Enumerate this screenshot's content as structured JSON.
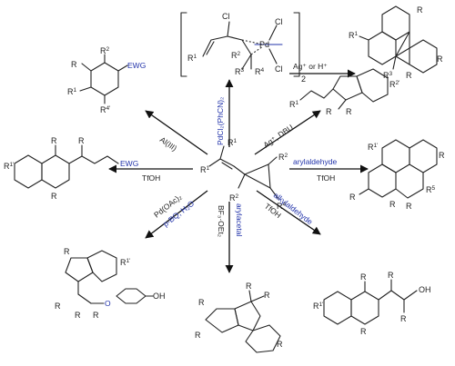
{
  "labels": {
    "r1": "R",
    "r1_sup": "1",
    "r2": "R",
    "r2_sup": "2",
    "r3": "R",
    "r3_sup": "3",
    "r4": "R",
    "r4_sup": "4",
    "r5": "R",
    "r5_sup": "5",
    "r1p": "R",
    "r1p_sup": "1'",
    "r2p": "R",
    "r2p_sup": "2'",
    "r4p": "R",
    "r4p_sup": "4'",
    "r": "R",
    "ewg": "EWG",
    "cl": "Cl",
    "pd": "Pd",
    "oh": "OH",
    "o": "O",
    "bracket_sub": "2"
  },
  "conditions": {
    "top_center": "PdCl₂(PhCN)₂",
    "top_right": "Ag⁺ or H⁺",
    "upper_left": "Al(III)",
    "upper_right": "Ag⁺, DBU",
    "mid_left": "TfOH",
    "mid_right_blue": "arylaldehyde",
    "mid_right": "TfOH",
    "lower_left_1": "Pd(OAc)₂",
    "lower_left_2": "p-BQ, H₂O",
    "lower_center_1": "arylacetal",
    "lower_center_2": "BF₃·OEt₂",
    "lower_right_1": "alkylaldehyde",
    "lower_right_2": "TfOH"
  }
}
